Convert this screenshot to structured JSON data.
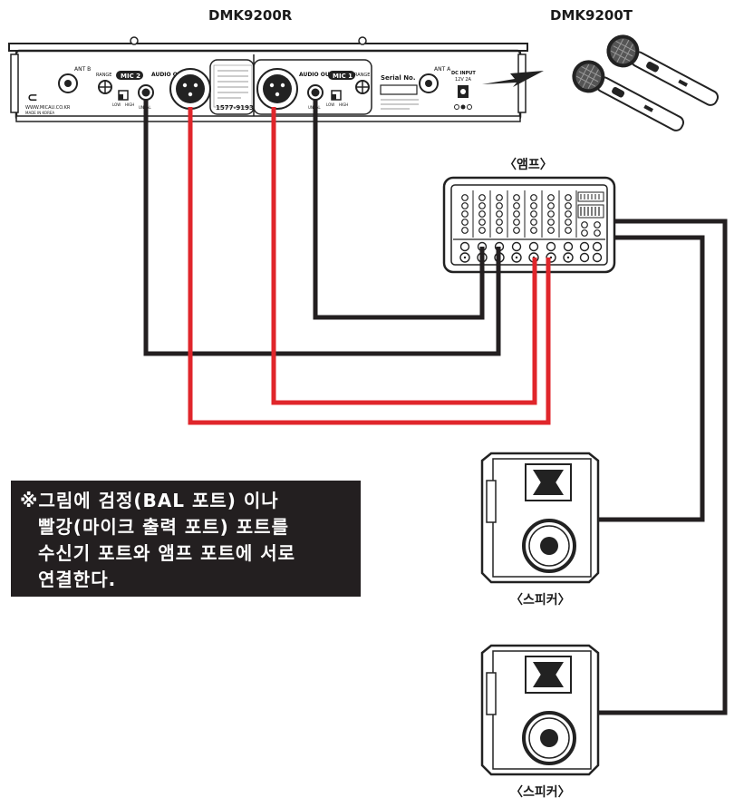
{
  "titles": {
    "receiver": "DMK9200R",
    "transmitter": "DMK9200T"
  },
  "receiver_panel": {
    "ant_b": "ANT B",
    "ant_a": "ANT A",
    "range": "RANGE",
    "mic2": "MIC 2",
    "mic1": "MIC 1",
    "audio_out": "AUDIO OUT",
    "unbal": "UNBAL",
    "low_high_low": "LOW",
    "low_high_high": "HIGH",
    "serial": "Serial No.",
    "dc_input": "DC INPUT",
    "dc_voltage": "12V 2A",
    "website": "WWW.MICAU.CO.KR",
    "made_in": "MADE IN KOREA",
    "phone": "1577-9193"
  },
  "amp": {
    "label": "〈앰프〉"
  },
  "speakers": [
    {
      "label": "〈스피커〉"
    },
    {
      "label": "〈스피커〉"
    }
  ],
  "note": {
    "line1": "※그림에 검정(BAL 포트) 이나",
    "line2": "빨강(마이크 출력 포트) 포트를",
    "line3": "수신기 포트와 앰프 포트에 서로",
    "line4": "연결한다."
  },
  "colors": {
    "black_cable": "#231f20",
    "red_cable": "#e0262b",
    "note_bg": "#231f20"
  }
}
